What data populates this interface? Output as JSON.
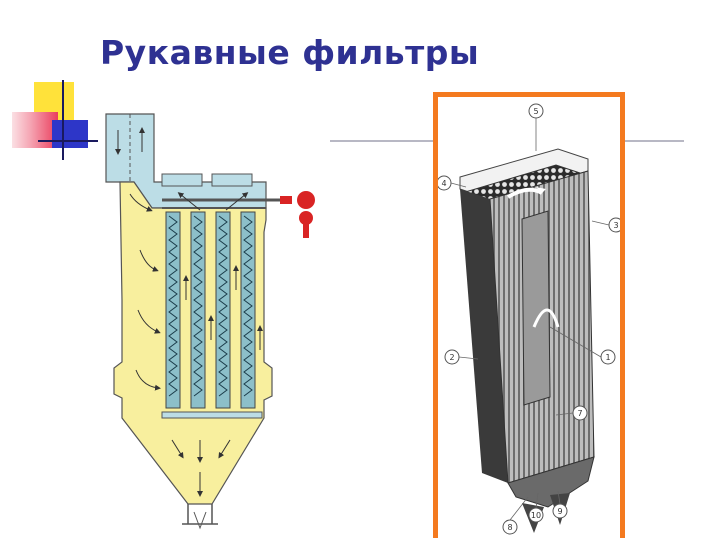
{
  "slide": {
    "title": "Рукавные фильтры"
  },
  "colors": {
    "title": "#2e3192",
    "housing": "#f8ef9e",
    "inlet_duct": "#bcdde6",
    "bag": "#8cbfc9",
    "pulse_valve": "#d92424",
    "frame": "#f47a1f"
  },
  "right_diagram": {
    "callouts": [
      "5",
      "4",
      "3",
      "2",
      "1",
      "7",
      "8",
      "10",
      "9"
    ]
  }
}
